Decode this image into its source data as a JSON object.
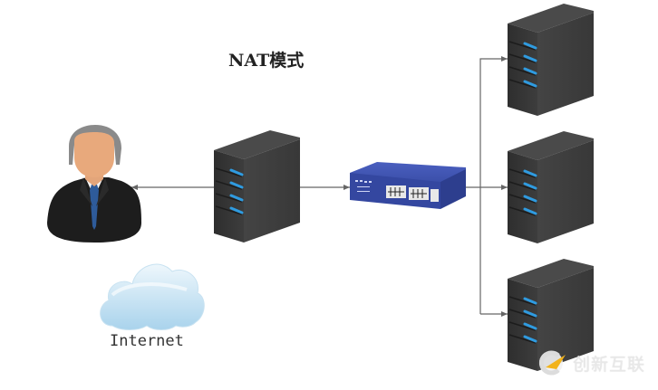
{
  "diagram": {
    "title": "NAT模式",
    "nodes": [
      {
        "id": "user",
        "label": "",
        "icon": "businessman-icon"
      },
      {
        "id": "director",
        "label": "",
        "icon": "server-icon"
      },
      {
        "id": "switch",
        "label": "",
        "icon": "network-switch-icon"
      },
      {
        "id": "real-server-1",
        "label": "",
        "icon": "server-icon"
      },
      {
        "id": "real-server-2",
        "label": "",
        "icon": "server-icon"
      },
      {
        "id": "real-server-3",
        "label": "",
        "icon": "server-icon"
      },
      {
        "id": "internet",
        "label": "Internet",
        "icon": "cloud-icon"
      }
    ],
    "edges": [
      {
        "from": "director",
        "to": "user"
      },
      {
        "from": "director",
        "to": "switch"
      },
      {
        "from": "switch",
        "to": "real-server-1"
      },
      {
        "from": "switch",
        "to": "real-server-2"
      },
      {
        "from": "switch",
        "to": "real-server-3"
      }
    ],
    "colors": {
      "server_body": "#3a3a3a",
      "server_led": "#2f9be0",
      "switch_body": "#3b4fa8",
      "cloud": "#bfe0f2",
      "arrow": "#666666"
    }
  },
  "watermark": {
    "text": "创新互联"
  }
}
